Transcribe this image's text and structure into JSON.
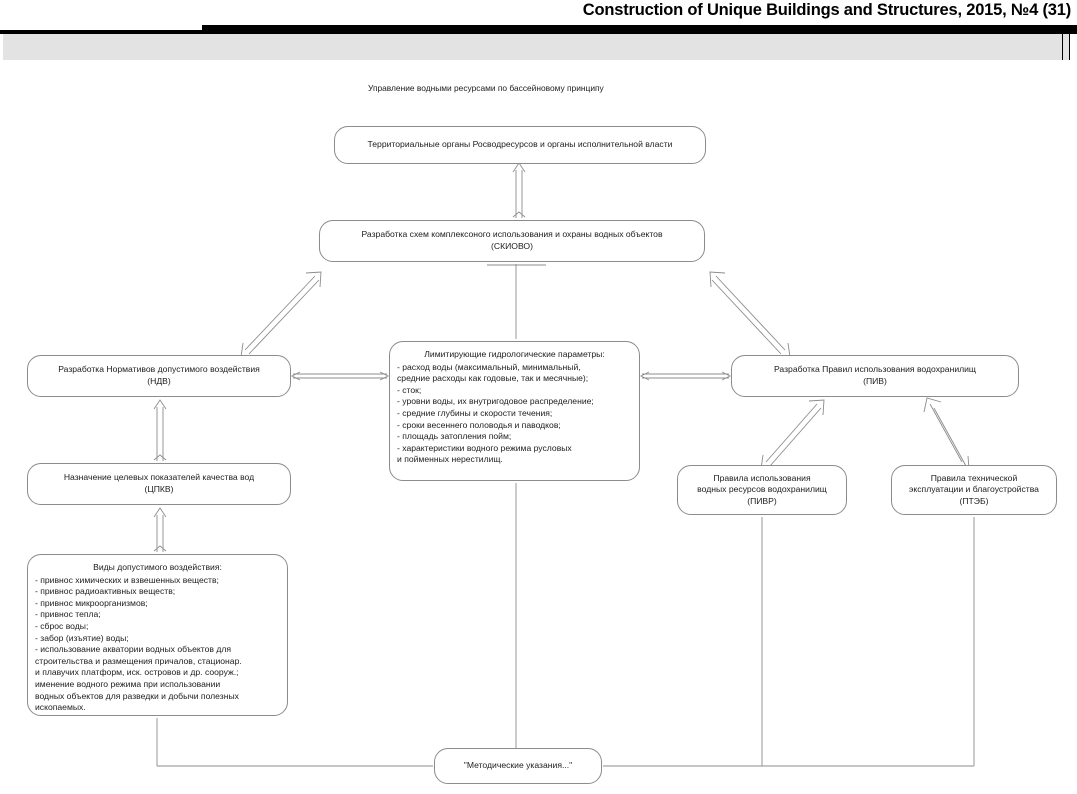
{
  "header": {
    "journal_title": "Construction of Unique Buildings and Structures, 2015, №4 (31)"
  },
  "diagram": {
    "caption": "Управление водными ресурсами по бассейновому принципу",
    "nodes": {
      "territorial": {
        "line1": "Территориальные органы Росводресурсов и органы исполнительной власти"
      },
      "skiovo": {
        "line1": "Разработка схем комплексоного использования и охраны водных объектов",
        "line2": "(СКИОВО)"
      },
      "ndv": {
        "line1": "Разработка Нормативов допустимого воздействия",
        "line2": "(НДВ)"
      },
      "limit": {
        "heading": "Лимитирующие гидрологические параметры:",
        "items": [
          "- расход воды (максимальный, минимальный,",
          "средние расходы как годовые, так и месячные);",
          "- сток;",
          "- уровни воды, их внутригодовое распределение;",
          "- средние глубины и скорости течения;",
          "- сроки весеннего половодья и паводков;",
          "- площадь затопления пойм;",
          "- характеристики водного режима русловых",
          "и пойменных нерестилищ."
        ]
      },
      "piv": {
        "line1": "Разработка Правил использования водохранилищ",
        "line2": "(ПИВ)"
      },
      "cpkv": {
        "line1": "Назначение целевых показателей качества вод",
        "line2": "(ЦПКВ)"
      },
      "pivr": {
        "line1": "Правила использования",
        "line2": "водных ресурсов водохранилищ",
        "line3": "(ПИВР)"
      },
      "pteb": {
        "line1": "Правила технической",
        "line2": "эксплуатации и благоустройства",
        "line3": "(ПТЭБ)"
      },
      "types": {
        "heading": "Виды допустимого воздействия:",
        "items": [
          "- привнос химических и взвешенных веществ;",
          "- привнос радиоактивных веществ;",
          "- привнос микроорганизмов;",
          "- привнос тепла;",
          "- сброс воды;",
          "- забор (изъятие) воды;",
          "- использование акватории водных объектов для",
          "строительства и размещения причалов, стационар.",
          "и плавучих платформ, иск. островов и др. сооруж.;",
          "именение водного режима при использовании",
          "водных объектов для разведки и добычи полезных",
          "ископаемых."
        ]
      },
      "method": {
        "line1": "\"Методические указания...\""
      }
    },
    "colors": {
      "node_border": "#8c8c8c",
      "connector": "#8c8c8c",
      "header_bar": "#000000",
      "panel": "#e3e3e3"
    }
  }
}
